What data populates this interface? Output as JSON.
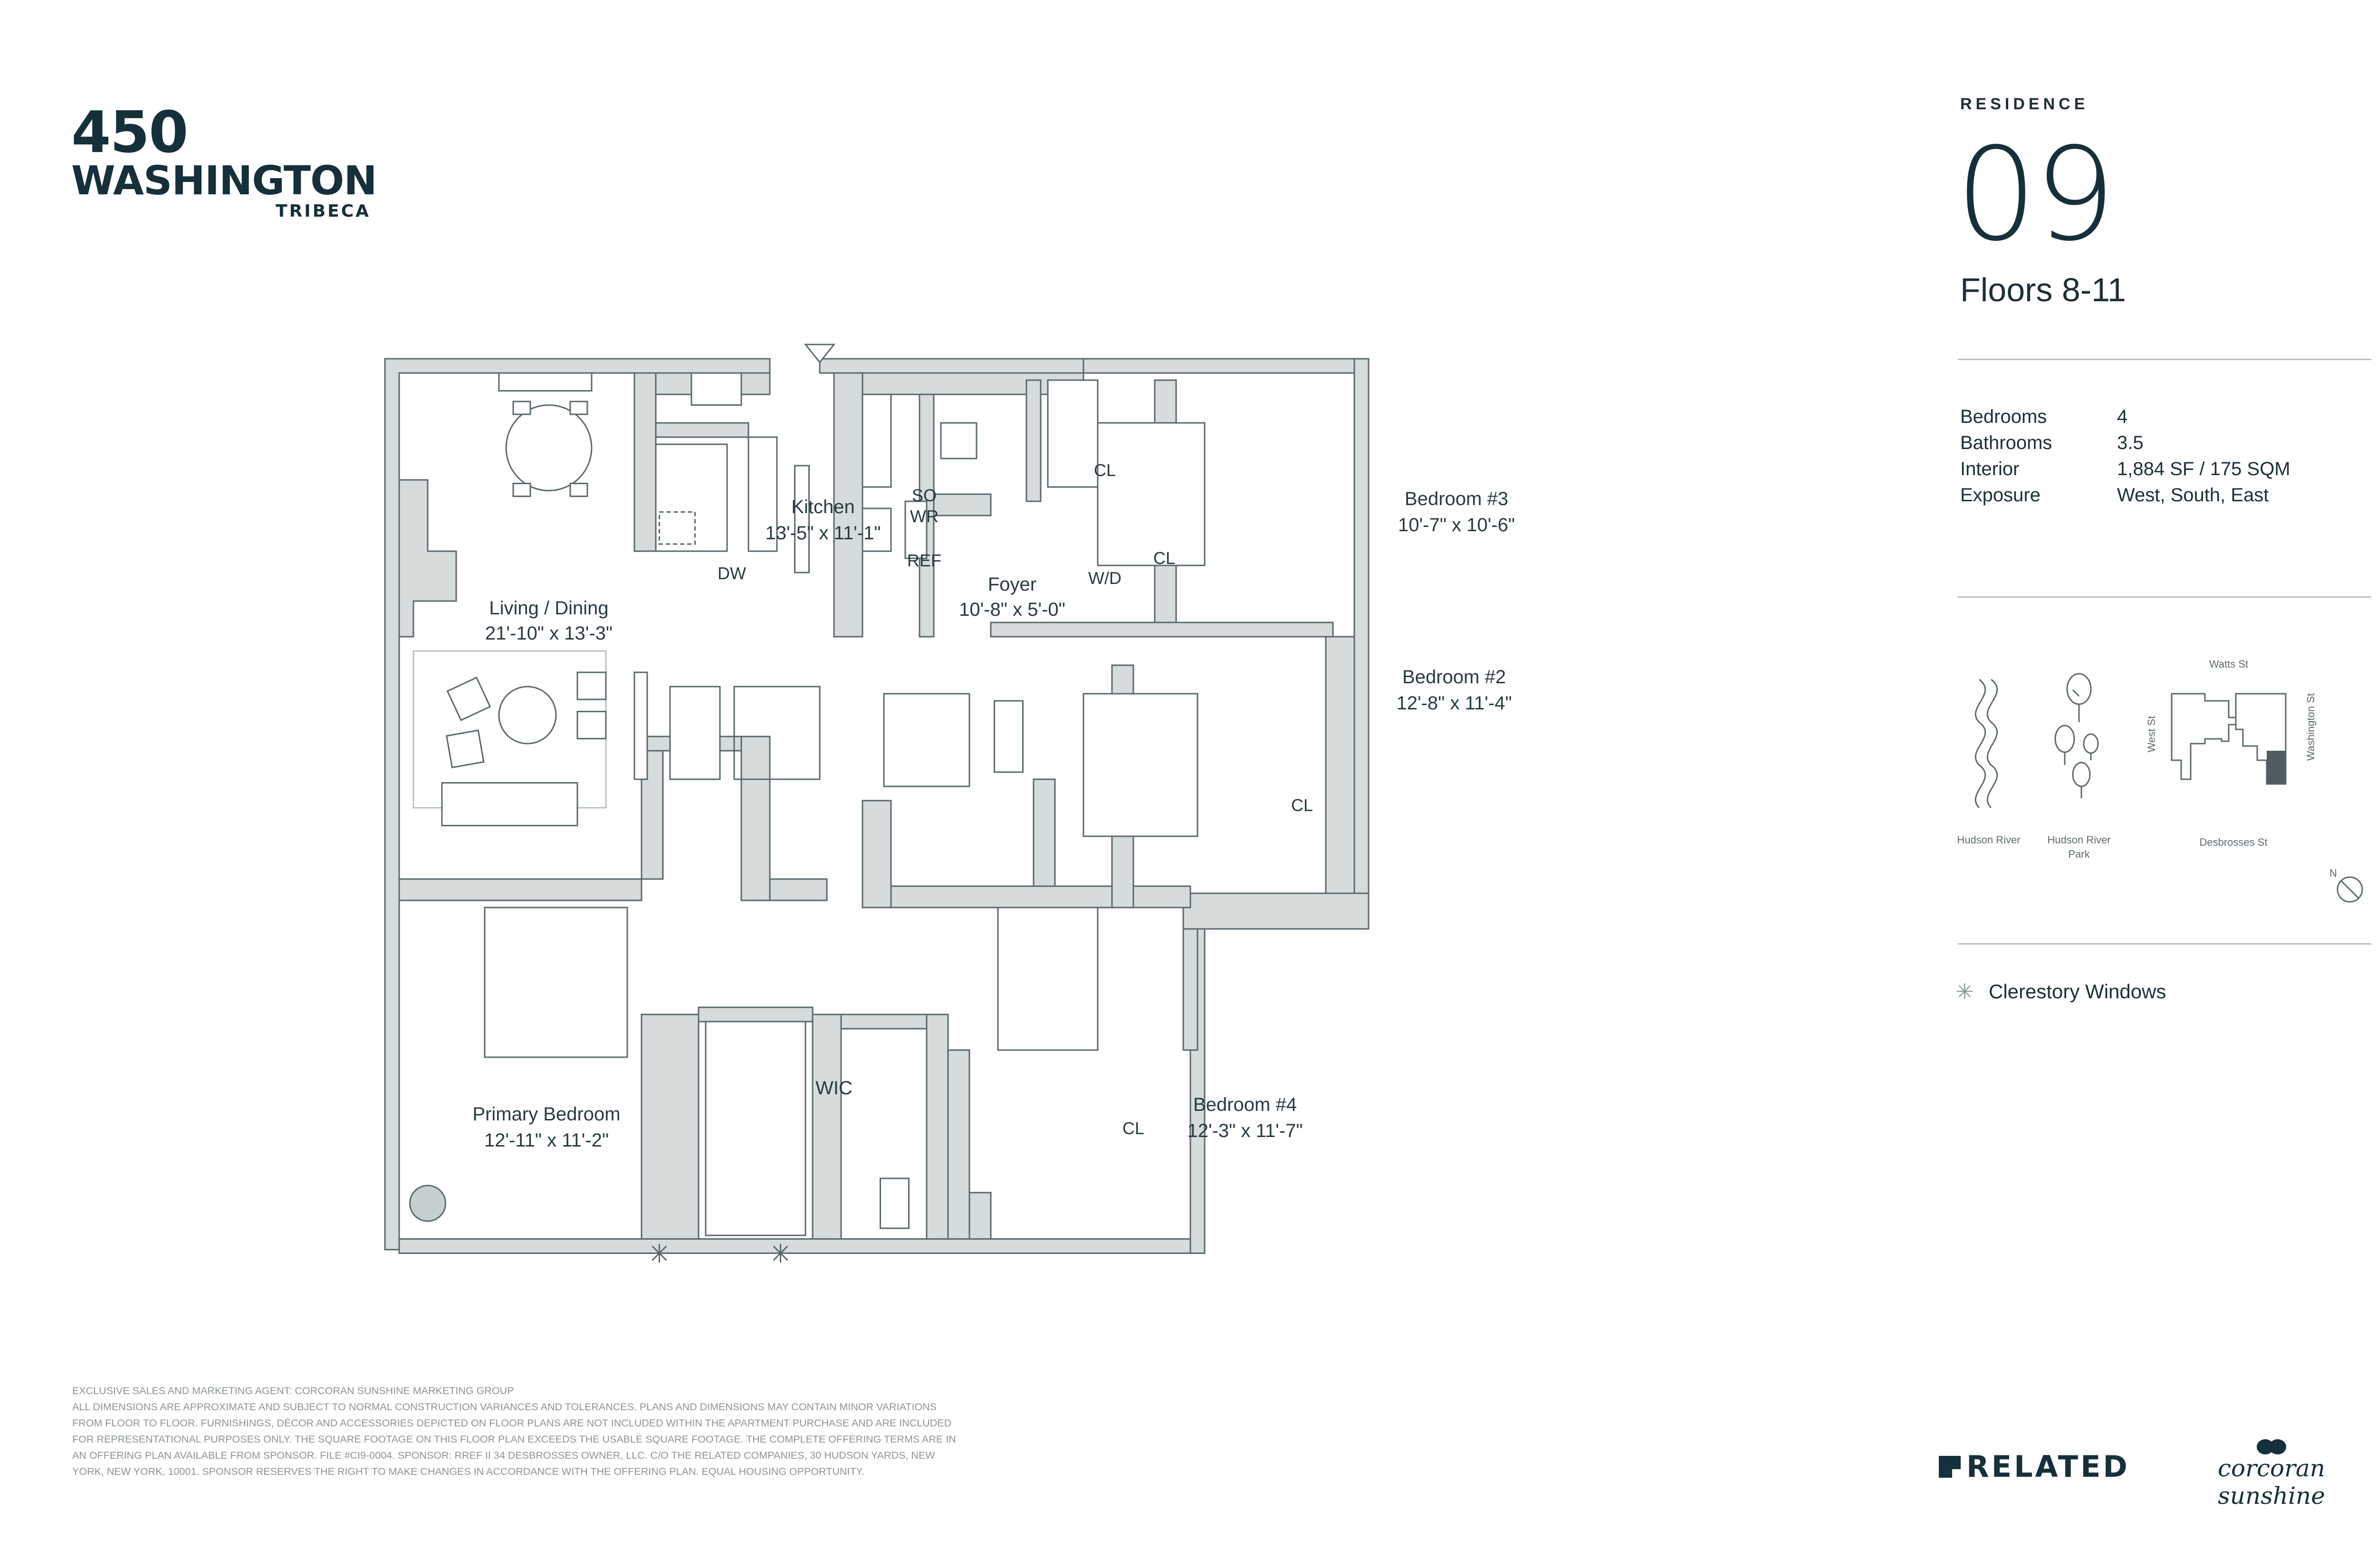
{
  "logo": {
    "number": "450",
    "name": "WASHINGTON",
    "neighborhood": "TRIBECA"
  },
  "residence": {
    "label": "RESIDENCE",
    "number": "09",
    "floors": "Floors 8-11"
  },
  "specs": [
    {
      "key": "Bedrooms",
      "value": "4"
    },
    {
      "key": "Bathrooms",
      "value": "3.5"
    },
    {
      "key": "Interior",
      "value": "1,884 SF / 175 SQM"
    },
    {
      "key": "Exposure",
      "value": "West, South, East"
    }
  ],
  "location_map": {
    "streets": {
      "north": "Watts St",
      "west": "West St",
      "east": "Washington St",
      "south": "Desbrosses St"
    },
    "landmarks": {
      "river": "Hudson River",
      "park_line1": "Hudson River",
      "park_line2": "Park"
    },
    "compass": "N"
  },
  "legend": {
    "symbol": "✳",
    "label": "Clerestory Windows"
  },
  "rooms": {
    "living": {
      "name": "Living / Dining",
      "dims": "21'-10\" x 13'-3\""
    },
    "kitchen": {
      "name": "Kitchen",
      "dims": "13'-5\" x 11'-1\""
    },
    "foyer": {
      "name": "Foyer",
      "dims": "10'-8\" x 5'-0\""
    },
    "bed3": {
      "name": "Bedroom #3",
      "dims": "10'-7\" x 10'-6\""
    },
    "bed2": {
      "name": "Bedroom #2",
      "dims": "12'-8\" x 11'-4\""
    },
    "bed4": {
      "name": "Bedroom #4",
      "dims": "12'-3\" x 11'-7\""
    },
    "primary": {
      "name": "Primary Bedroom",
      "dims": "12'-11\" x 11'-2\""
    },
    "wic": "WIC",
    "dw": "DW",
    "so": "SO",
    "wr": "WR",
    "ref": "REF",
    "wd": "W/D",
    "cl": "CL"
  },
  "disclaimer": [
    "Exclusive sales and marketing agent: Corcoran Sunshine Marketing Group",
    "All dimensions are approximate and subject to normal construction variances and tolerances. Plans and dimensions may contain minor variations",
    "from floor to floor. Furnishings, décor and accessories depicted on floor plans are not included within the apartment purchase and are included",
    "for representational purposes only. The square footage on this floor plan exceeds the usable square footage. The complete offering terms are in",
    "an offering plan available from sponsor. File #CI9-0004. Sponsor: RREF II 34 Desbrosses Owner, LLC. c/o The Related Companies, 30 Hudson Yards, New",
    "York, New York, 10001. Sponsor reserves the right to make changes in accordance with the offering plan. Equal Housing Opportunity."
  ],
  "brands": {
    "related": "RELATED",
    "corcoran": "corcoran sunshine"
  },
  "colors": {
    "wall": "#d5dcdb",
    "line": "#6c7a7e",
    "ink": "#15303a"
  }
}
